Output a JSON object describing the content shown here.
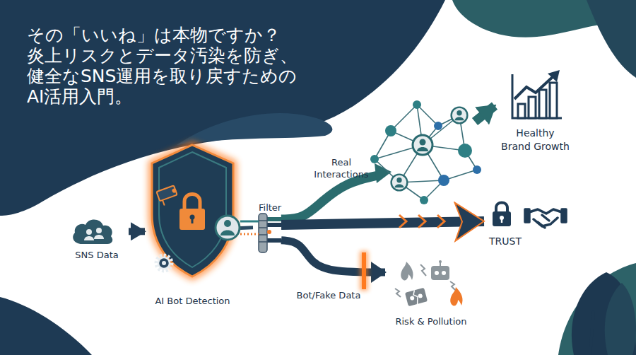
{
  "diagram": {
    "title": "その「いいね」は本物ですか？ 炎上リスクとデータ汚染を防ぎ、 健全なSNS運用を取り戻すための AI活用入門。",
    "nodes": [
      {
        "text": [
          "SNS Data"
        ]
      },
      {
        "text": [
          "AI Bot Detection"
        ]
      },
      {
        "text": [
          "Filter"
        ]
      },
      {
        "text": [
          "Healthy Brand Growth"
        ]
      },
      {
        "text": [
          "TRUST"
        ]
      },
      {
        "text": [
          "Risk & Pollution"
        ]
      }
    ],
    "edges": [
      {
        "from": 0,
        "to": 1,
        "arrow": "to"
      },
      {
        "from": 1,
        "to": 2,
        "arrow": "none"
      },
      {
        "from": 2,
        "to": 3,
        "label": "Real Interactions",
        "arrow": "to"
      },
      {
        "from": 2,
        "to": 4,
        "arrow": "to"
      },
      {
        "from": 2,
        "to": 5,
        "label": "Bot/Fake Data",
        "arrow": "to"
      }
    ]
  }
}
